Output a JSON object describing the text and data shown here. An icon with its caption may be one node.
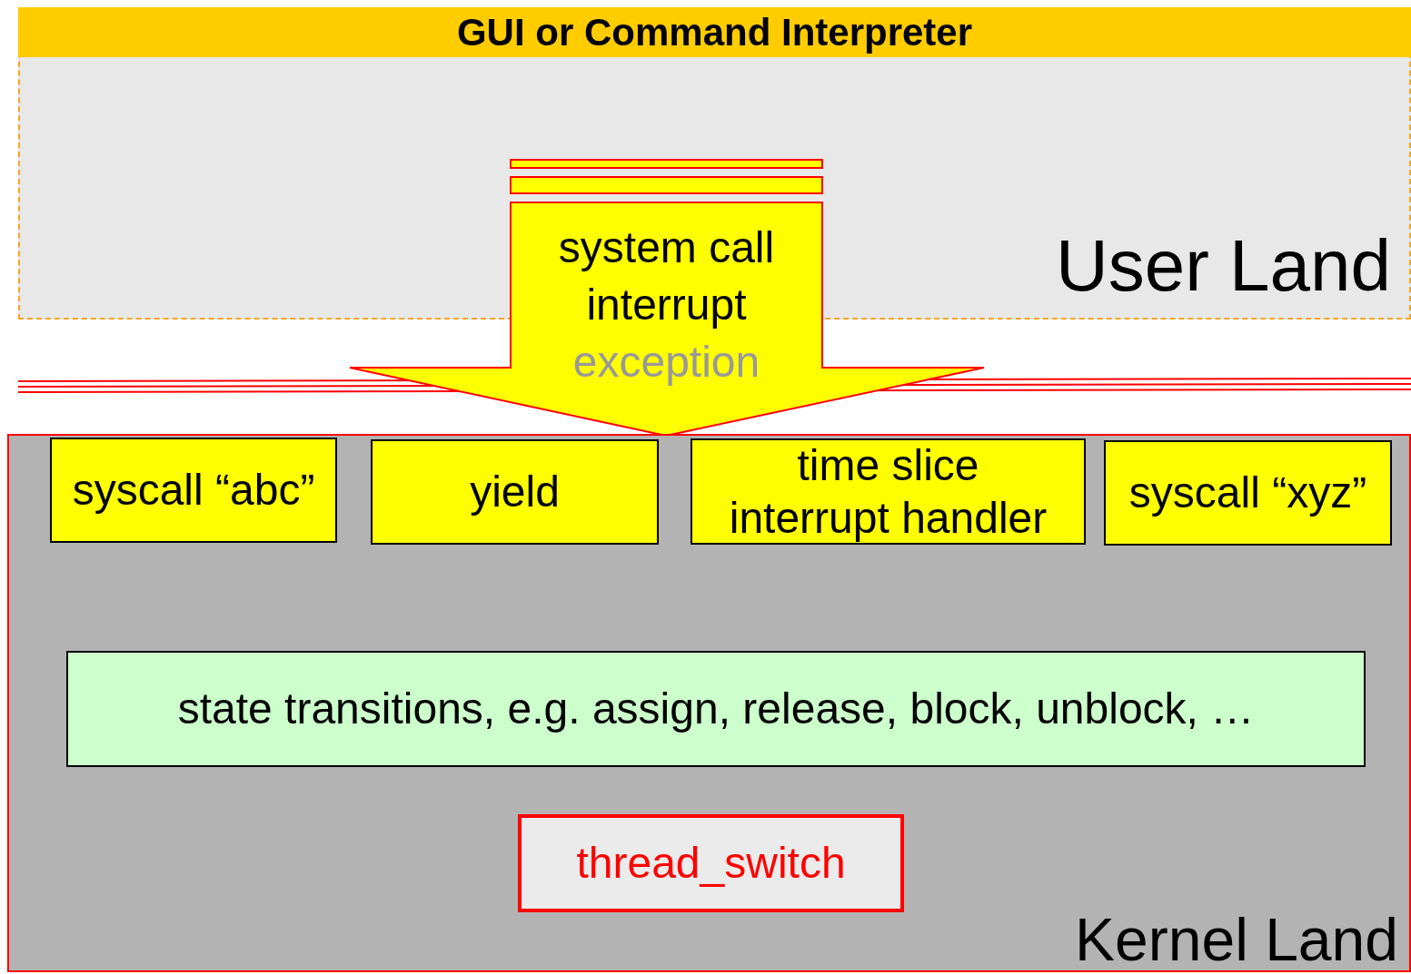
{
  "diagram": {
    "nodes": [
      {
        "text": [
          "GUI or Command Interpreter",
          "User Land"
        ]
      },
      {
        "text": [
          "system call",
          "interrupt",
          "exception"
        ]
      },
      {
        "text": [
          "Kernel Land"
        ]
      },
      {
        "text": [
          "syscall “abc”"
        ],
        "in": 2
      },
      {
        "text": [
          "yield"
        ],
        "in": 2
      },
      {
        "text": [
          "time slice interrupt handler"
        ],
        "in": 2
      },
      {
        "text": [
          "syscall “xyz”"
        ],
        "in": 2
      },
      {
        "text": [
          "state transitions, e.g. assign, release, block, unblock, …"
        ],
        "in": 2
      },
      {
        "text": [
          "thread_switch"
        ],
        "in": 2
      }
    ]
  }
}
